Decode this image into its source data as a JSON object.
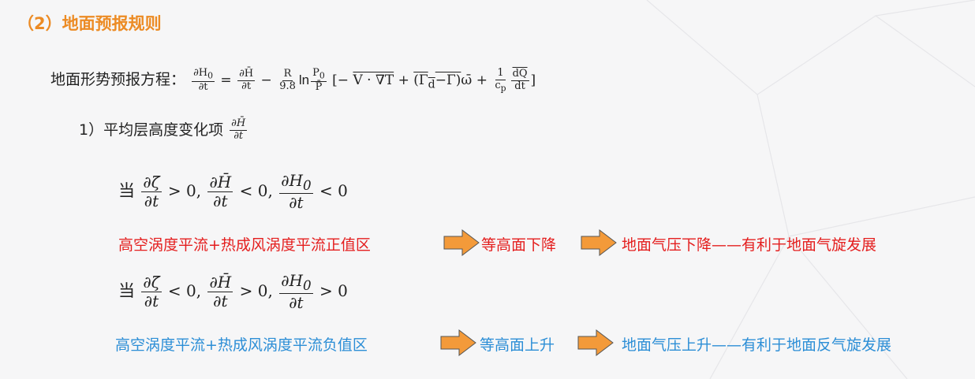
{
  "title": "（2）地面预报规则",
  "equation": {
    "label": "地面形势预报方程：",
    "lhs_num": "∂H",
    "lhs_num_sub": "0",
    "lhs_den": "∂t",
    "eq": "=",
    "t1_num": "∂H̄",
    "t1_den": "∂t",
    "minus": "−",
    "r_num": "R",
    "r_den": "9.8",
    "ln": "ln",
    "p_num": "P",
    "p_num_sub": "0",
    "p_den": "P̄",
    "bracket_open": "[−",
    "adv": "V · ∇T",
    "plus1": "+",
    "stab": "(Γ",
    "stab_sub": "d",
    "stab_rest": "−Γ)",
    "omega": "ω̄",
    "plus2": "+",
    "h_num": "1",
    "h_den": "c",
    "h_den_sub": "p",
    "q_num": "dQ",
    "q_den": "dt",
    "bracket_close": "]"
  },
  "subtitle": {
    "label": "1）平均层高度变化项",
    "num": "∂H̄",
    "den": "∂t"
  },
  "case1": {
    "when": "当",
    "f1_num": "∂ζ̄",
    "f1_den": "∂t",
    "r1": "> 0,",
    "f2_num": "∂H̄",
    "f2_den": "∂t",
    "r2": "< 0,",
    "f3_num": "∂H",
    "f3_sub": "0",
    "f3_den": "∂t",
    "r3": "< 0",
    "step1": "高空涡度平流+热成风涡度平流正值区",
    "step2": "等高面下降",
    "step3": "地面气压下降——有利于地面气旋发展"
  },
  "case2": {
    "when": "当",
    "f1_num": "∂ζ̄",
    "f1_den": "∂t",
    "r1": "< 0,",
    "f2_num": "∂H̄",
    "f2_den": "∂t",
    "r2": "> 0,",
    "f3_num": "∂H",
    "f3_sub": "0",
    "f3_den": "∂t",
    "r3": "> 0",
    "step1": "高空涡度平流+热成风涡度平流负值区",
    "step2": "等高面上升",
    "step3": "地面气压上升——有利于地面反气旋发展"
  },
  "colors": {
    "title": "#ec8b24",
    "positive_case": "#e41e1e",
    "negative_case": "#2c8ed6",
    "arrow_fill": "#f39a3a",
    "arrow_stroke": "#555555"
  }
}
